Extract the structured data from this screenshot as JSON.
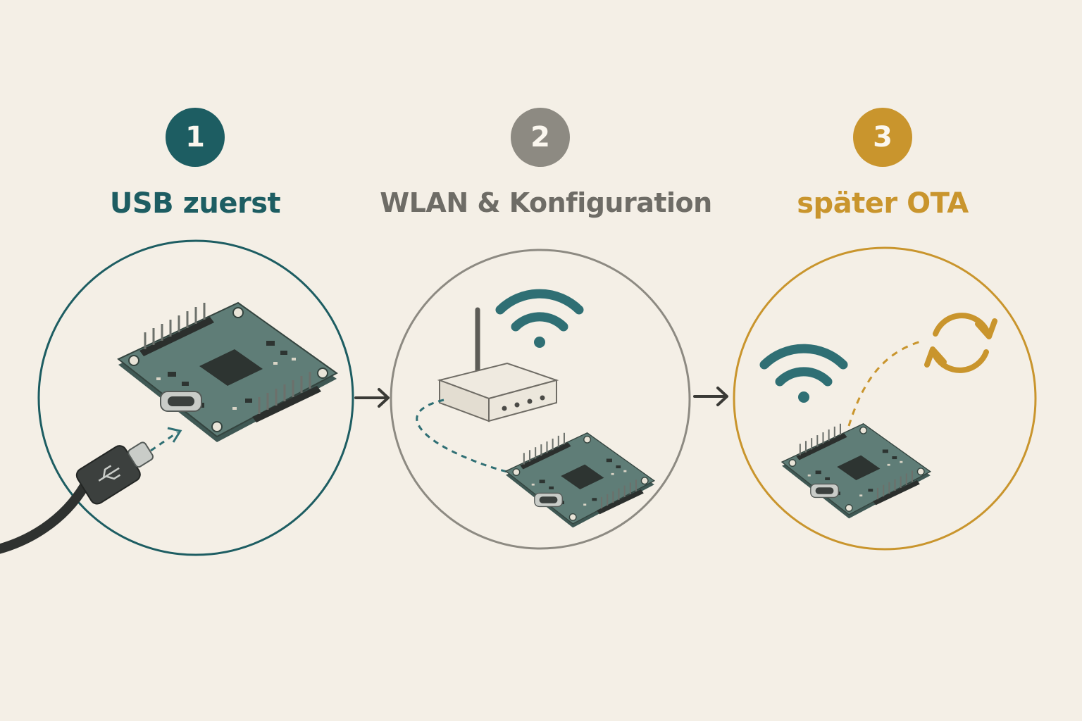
{
  "colors": {
    "background": "#f4efe6",
    "step1": "#1d5d62",
    "step2": "#8d8a82",
    "step3": "#c9952d",
    "wifi": "#2f6f74",
    "board": "#5f7d77",
    "board_dark": "#3f5854",
    "chip": "#2d3431",
    "arrow": "#3a3a36"
  },
  "steps": [
    {
      "number": "1",
      "title": "USB zuerst"
    },
    {
      "number": "2",
      "title": "WLAN & Konfiguration"
    },
    {
      "number": "3",
      "title": "später OTA"
    }
  ],
  "icons": [
    "usb-cable-icon",
    "usb-symbol-icon",
    "router-icon",
    "wifi-icon",
    "refresh-cycle-icon",
    "circuit-board-icon",
    "arrow-right-icon"
  ]
}
